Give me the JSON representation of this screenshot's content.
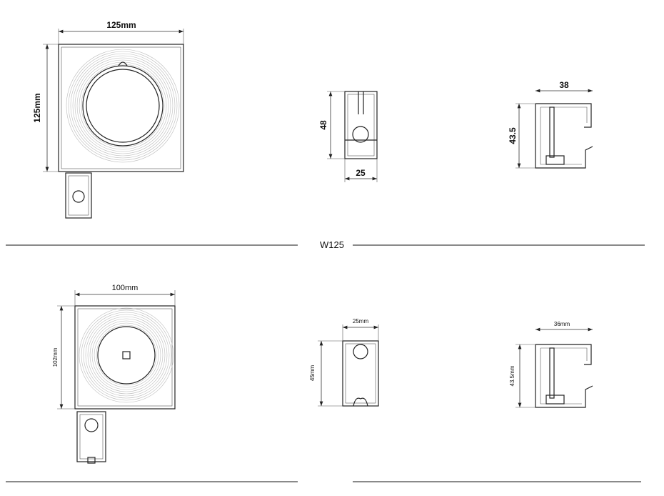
{
  "section_title": "W125",
  "w125": {
    "box": {
      "width_label": "125mm",
      "height_label": "125mm"
    },
    "guide_rail": {
      "height_label": "48",
      "width_label": "25"
    },
    "bottom_bar": {
      "width_label": "38",
      "height_label": "43.5"
    }
  },
  "w100": {
    "box": {
      "width_label": "100mm",
      "height_label": "102mm"
    },
    "guide_rail": {
      "width_label": "25mm",
      "height_label": "45mm"
    },
    "bottom_bar": {
      "width_label": "36mm",
      "height_label": "43.5mm"
    }
  }
}
